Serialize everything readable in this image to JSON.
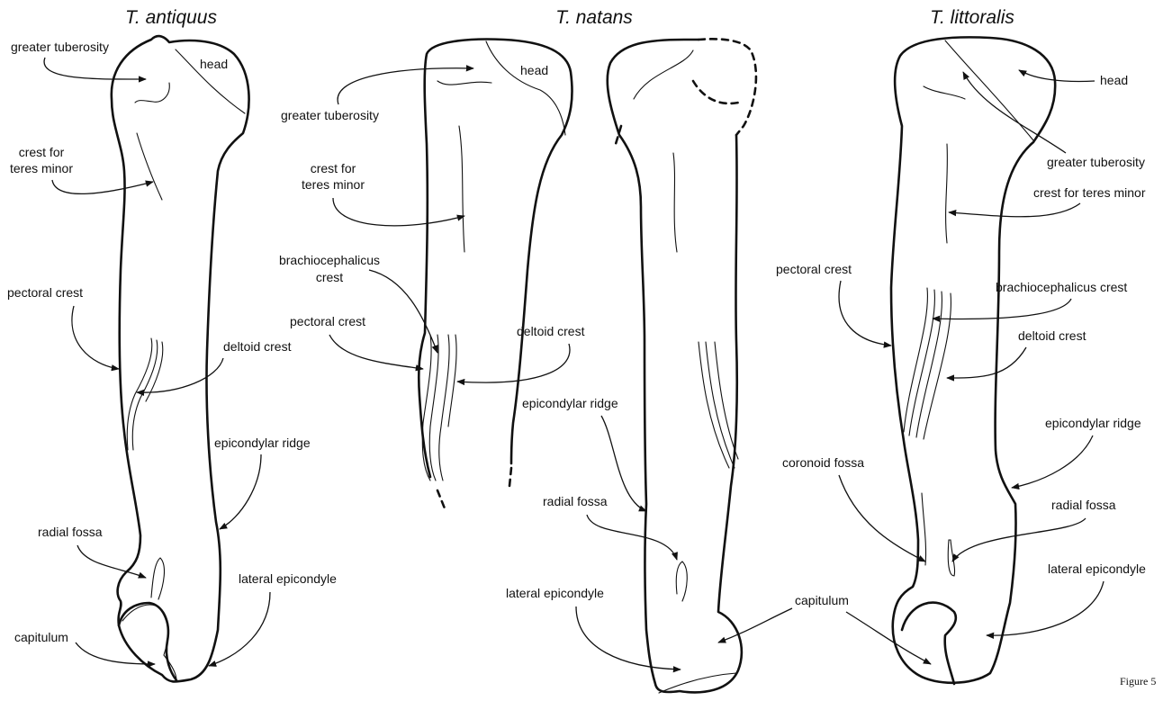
{
  "figure_label": "Figure 5",
  "specimens": [
    {
      "title": "T. antiquus",
      "labels": {
        "greater_tuberosity": "greater tuberosity",
        "head": "head",
        "crest_teres_minor_1": "crest for",
        "crest_teres_minor_2": "teres minor",
        "pectoral_crest": "pectoral crest",
        "deltoid_crest": "deltoid crest",
        "epicondylar_ridge": "epicondylar ridge",
        "radial_fossa": "radial fossa",
        "lateral_epicondyle": "lateral epicondyle",
        "capitulum": "capitulum"
      }
    },
    {
      "title": "T. natans",
      "labels": {
        "head": "head",
        "greater_tuberosity": "greater tuberosity",
        "crest_teres_minor_1": "crest for",
        "crest_teres_minor_2": "teres minor",
        "brachiocephalicus_1": "brachiocephalicus",
        "brachiocephalicus_2": "crest",
        "pectoral_crest": "pectoral crest",
        "deltoid_crest": "deltoid crest",
        "epicondylar_ridge": "epicondylar ridge",
        "radial_fossa": "radial fossa",
        "lateral_epicondyle": "lateral epicondyle",
        "capitulum": "capitulum"
      }
    },
    {
      "title": "T. littoralis",
      "labels": {
        "head": "head",
        "greater_tuberosity": "greater tuberosity",
        "crest_teres_minor": "crest for teres minor",
        "pectoral_crest": "pectoral crest",
        "brachiocephalicus_crest": "brachiocephalicus crest",
        "deltoid_crest": "deltoid crest",
        "epicondylar_ridge": "epicondylar ridge",
        "coronoid_fossa": "coronoid fossa",
        "radial_fossa": "radial fossa",
        "lateral_epicondyle": "lateral epicondyle"
      }
    }
  ]
}
